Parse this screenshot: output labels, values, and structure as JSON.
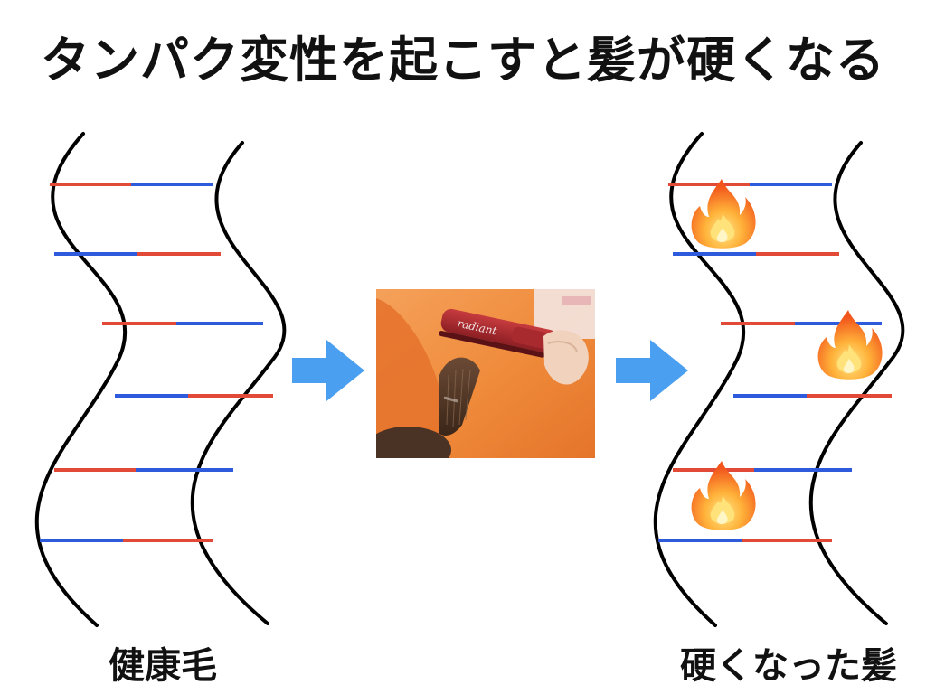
{
  "title": "タンパク変性を起こすと髪が硬くなる",
  "labels": {
    "healthy": "健康毛",
    "hardened": "硬くなった髪"
  },
  "photo": {
    "iron_brand": "radiant"
  },
  "colors": {
    "red_bond": "#e04a36",
    "blue_bond": "#2d5bdc",
    "arrow": "#4a9ff0",
    "strand": "#000000"
  }
}
